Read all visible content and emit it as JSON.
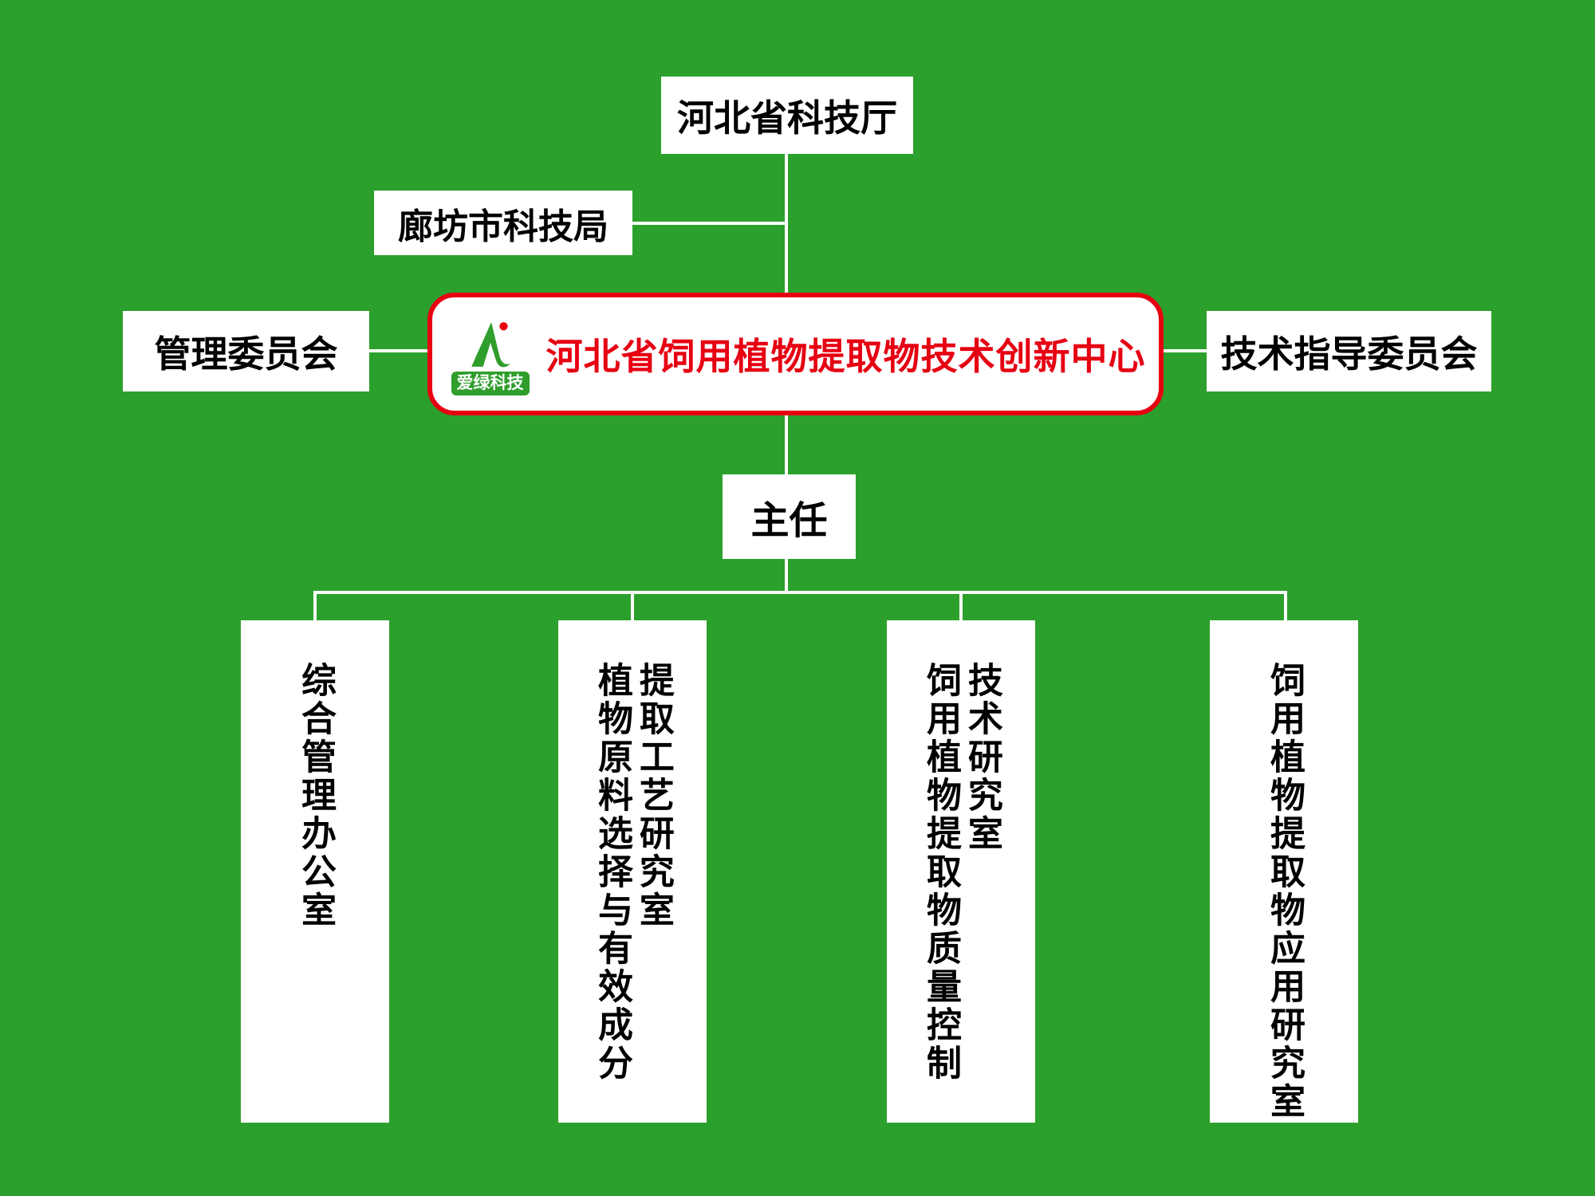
{
  "colors": {
    "background": "#2CA02C",
    "box_background": "#FFFFFF",
    "accent_red": "#E60012",
    "logo_green": "#2F9E2C",
    "line_white": "#FFFFFF",
    "text_black": "#000000"
  },
  "nodes": {
    "top": {
      "label": "河北省科技厅"
    },
    "langfang": {
      "label": "廊坊市科技局"
    },
    "management": {
      "label": "管理委员会"
    },
    "technical": {
      "label": "技术指导委员会"
    },
    "center": {
      "label": "河北省饲用植物提取物技术创新中心"
    },
    "logo": {
      "brand": "爱绿科技",
      "icon": "stylized-green-letter-a"
    },
    "director": {
      "label": "主任"
    },
    "departments": [
      {
        "lines": [
          "综合管理办公室"
        ]
      },
      {
        "lines": [
          "提取工艺研究室",
          "植物原料选择与有效成分"
        ]
      },
      {
        "lines": [
          "技术研究室",
          "饲用植物提取物质量控制"
        ]
      },
      {
        "lines": [
          "饲用植物提取物应用研究室"
        ]
      }
    ]
  }
}
